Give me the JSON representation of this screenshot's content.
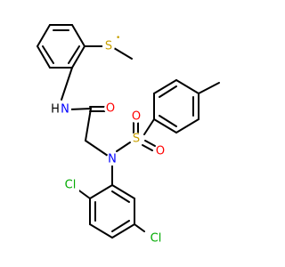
{
  "colors": {
    "bond": "#000000",
    "C": "#000000",
    "N": "#0000ff",
    "O": "#ff0000",
    "S": "#c8a000",
    "Cl": "#00aa00",
    "background": "#ffffff"
  },
  "atoms": [
    {
      "id": "s_methyl",
      "label": "S",
      "color_key": "S",
      "superscript": "•"
    },
    {
      "id": "amide_n",
      "label": "N",
      "color_key": "N",
      "suffix": "H"
    },
    {
      "id": "amide_o",
      "label": "O",
      "color_key": "O"
    },
    {
      "id": "sulfonamide_n",
      "label": "N",
      "color_key": "N"
    },
    {
      "id": "sulfonyl_s",
      "label": "S",
      "color_key": "S"
    },
    {
      "id": "sulfonyl_o1",
      "label": "O",
      "color_key": "O"
    },
    {
      "id": "sulfonyl_o2",
      "label": "O",
      "color_key": "O"
    },
    {
      "id": "cl_top",
      "label": "Cl",
      "color_key": "Cl"
    },
    {
      "id": "cl_bottom",
      "label": "Cl",
      "color_key": "Cl"
    }
  ]
}
